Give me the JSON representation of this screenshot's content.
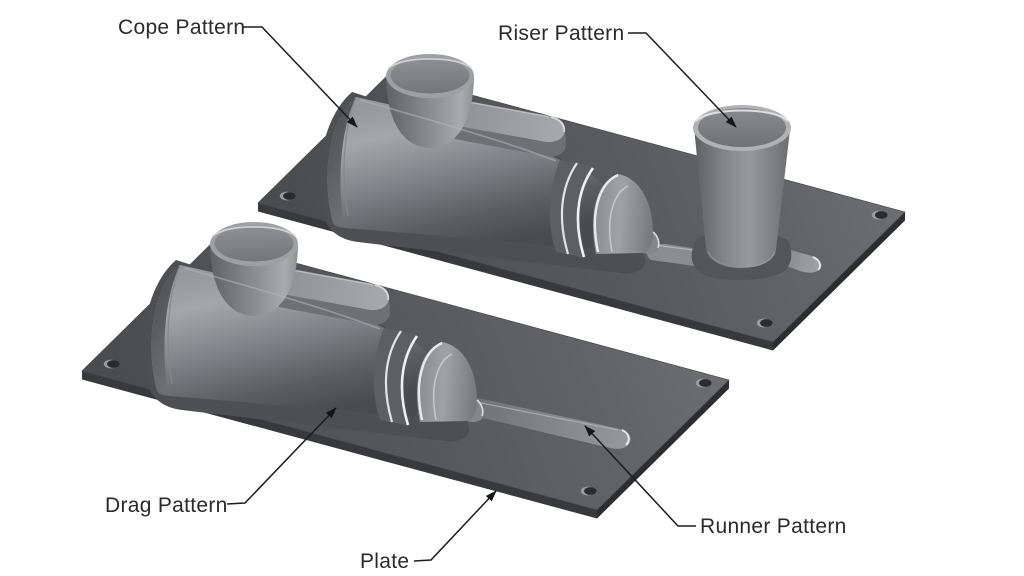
{
  "figure": {
    "description": "Isometric illustration of two casting match plates: top plate with cope pattern and riser pattern, bottom plate with drag pattern and runner pattern",
    "background": "#ffffff",
    "labels": {
      "cope": "Cope Pattern",
      "riser": "Riser Pattern",
      "drag": "Drag Pattern",
      "runner": "Runner Pattern",
      "plate": "Plate"
    },
    "colors": {
      "plate_top": "#5a5b5e",
      "plate_side_front": "#38393c",
      "plate_side_right": "#2c2d30",
      "pattern_light": "#a4a6a9",
      "pattern_mid": "#7b7d80",
      "pattern_dark": "#4b4c4f",
      "highlight": "#e9eaeb",
      "hole_dark": "#2b2c2f",
      "leader_line": "#1c1c1c",
      "label_text": "#2a2a2a"
    }
  }
}
